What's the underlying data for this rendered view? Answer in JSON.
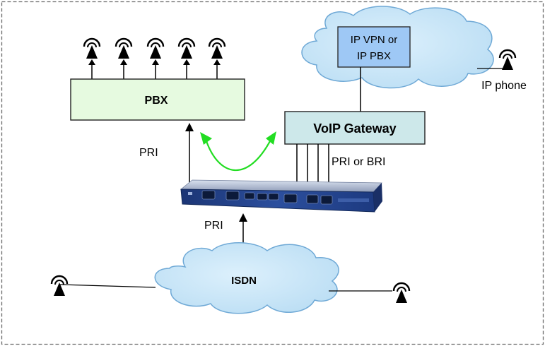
{
  "labels": {
    "pbx": "PBX",
    "voip_gateway": "VoIP Gateway",
    "ip_vpn_line1": "IP VPN or",
    "ip_vpn_line2": "IP PBX",
    "ip_phone": "IP phone",
    "pri_upper": "PRI",
    "pri_or_bri": "PRI or BRI",
    "pri_lower": "PRI",
    "isdn": "ISDN"
  },
  "colors": {
    "pbx_fill": "#e6fae0",
    "gateway_fill": "#cde8ea",
    "ip_box_fill": "#9ec8f5",
    "cloud_fill": "#c5e3f6",
    "cloud_stroke": "#6fa9d6",
    "device_body": "#1f3f8f",
    "switch_arrow": "#22dd22",
    "border_dash": "#6b6b6b"
  },
  "icons": {
    "phone": "phone-antenna-icon",
    "device": "pri-switch-device-icon"
  }
}
